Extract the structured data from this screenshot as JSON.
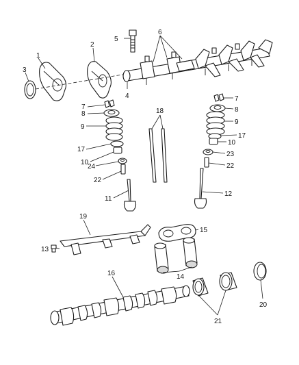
{
  "diagram": {
    "callouts": {
      "c1": "1",
      "c2": "2",
      "c3": "3",
      "c4": "4",
      "c5": "5",
      "c6": "6",
      "c7a": "7",
      "c7b": "7",
      "c8a": "8",
      "c8b": "8",
      "c9a": "9",
      "c9b": "9",
      "c10a": "10",
      "c10b": "10",
      "c11": "11",
      "c12": "12",
      "c13": "13",
      "c14": "14",
      "c15": "15",
      "c16": "16",
      "c17a": "17",
      "c17b": "17",
      "c18": "18",
      "c19": "19",
      "c20": "20",
      "c21": "21",
      "c22a": "22",
      "c22b": "22",
      "c23": "23",
      "c24": "24"
    }
  },
  "colors": {
    "line": "#1a1a1a",
    "background": "#ffffff",
    "shade": "#d9d9d9"
  }
}
